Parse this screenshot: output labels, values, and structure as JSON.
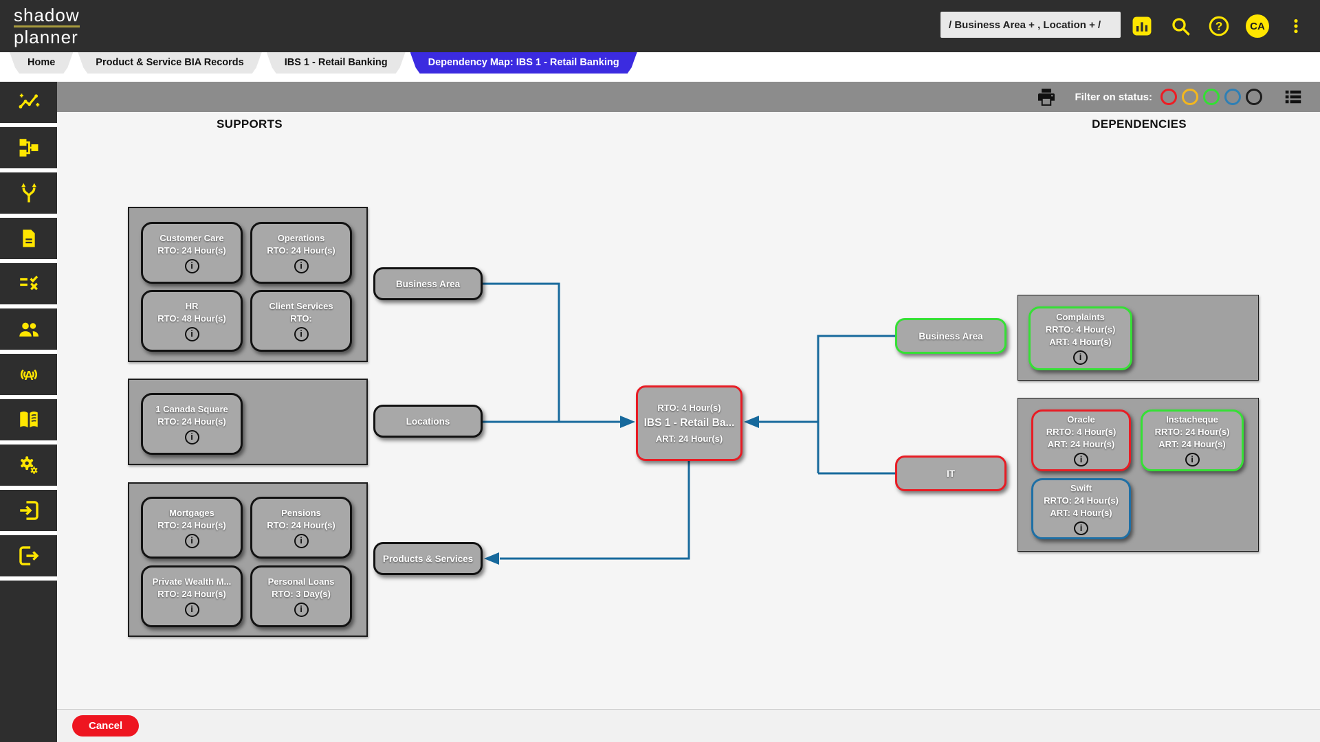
{
  "header": {
    "logo": {
      "line1": "shadow",
      "line2": "planner"
    },
    "search_value": "/ Business Area + , Location + /",
    "help_glyph": "?",
    "avatar_initials": "CA"
  },
  "breadcrumbs": {
    "items": [
      {
        "label": "Home"
      },
      {
        "label": "Product & Service BIA Records"
      },
      {
        "label": "IBS 1 - Retail Banking"
      },
      {
        "label": "Dependency Map: IBS 1 - Retail Banking"
      }
    ]
  },
  "sidebar": {
    "items": [
      {
        "icon": "insights-icon"
      },
      {
        "icon": "org-chart-icon"
      },
      {
        "icon": "branch-icon"
      },
      {
        "icon": "document-icon"
      },
      {
        "icon": "checklist-icon"
      },
      {
        "icon": "people-icon"
      },
      {
        "icon": "broadcast-icon"
      },
      {
        "icon": "book-icon"
      },
      {
        "icon": "settings-icon"
      },
      {
        "icon": "login-icon"
      },
      {
        "icon": "logout-icon"
      }
    ]
  },
  "toolbar": {
    "filter_label": "Filter on status:",
    "statuses": [
      {
        "name": "red",
        "style": "border-color:#ee1c23"
      },
      {
        "name": "amber",
        "style": "border-color:#f3b71e"
      },
      {
        "name": "green",
        "style": "border-color:#33e033"
      },
      {
        "name": "blue",
        "style": "border-color:#2e7fb5"
      },
      {
        "name": "black",
        "style": "border-color:#1d1d1d"
      }
    ]
  },
  "diagram": {
    "supports_header": "SUPPORTS",
    "dependencies_header": "DEPENDENCIES",
    "info_glyph": "i",
    "broadcast_glyph": "A",
    "left_categories": [
      {
        "label": "Business Area"
      },
      {
        "label": "Locations"
      },
      {
        "label": "Products & Services"
      }
    ],
    "right_categories": [
      {
        "label": "Business Area",
        "status": "green"
      },
      {
        "label": "IT",
        "status": "red"
      }
    ],
    "center_node": {
      "line1": "RTO: 4 Hour(s)",
      "title": "IBS 1 - Retail Ba...",
      "line3": "ART: 24 Hour(s)",
      "status": "red"
    },
    "support_groups": {
      "business_area": {
        "nodes": [
          {
            "title": "Customer Care",
            "line2": "RTO: 24 Hour(s)"
          },
          {
            "title": "Operations",
            "line2": "RTO: 24 Hour(s)"
          },
          {
            "title": "HR",
            "line2": "RTO: 48 Hour(s)"
          },
          {
            "title": "Client Services",
            "line2": "RTO:"
          }
        ]
      },
      "locations": {
        "nodes": [
          {
            "title": "1 Canada Square",
            "line2": "RTO: 24 Hour(s)"
          }
        ]
      },
      "products_services": {
        "nodes": [
          {
            "title": "Mortgages",
            "line2": "RTO: 24 Hour(s)"
          },
          {
            "title": "Pensions",
            "line2": "RTO: 24 Hour(s)"
          },
          {
            "title": "Private Wealth M...",
            "line2": "RTO: 24 Hour(s)"
          },
          {
            "title": "Personal Loans",
            "line2": "RTO: 3 Day(s)"
          }
        ]
      }
    },
    "dependency_groups": {
      "business_area": {
        "nodes": [
          {
            "title": "Complaints",
            "line2": "RRTO: 4 Hour(s)",
            "line3": "ART: 4 Hour(s)",
            "status": "green"
          }
        ]
      },
      "it": {
        "nodes": [
          {
            "title": "Oracle",
            "line2": "RRTO: 4 Hour(s)",
            "line3": "ART: 24 Hour(s)",
            "status": "red"
          },
          {
            "title": "Instacheque",
            "line2": "RRTO: 24 Hour(s)",
            "line3": "ART: 24 Hour(s)",
            "status": "green"
          },
          {
            "title": "Swift",
            "line2": "RRTO: 24 Hour(s)",
            "line3": "ART: 4 Hour(s)",
            "status": "blue"
          }
        ]
      }
    }
  },
  "footer": {
    "cancel_label": "Cancel"
  },
  "colors": {
    "accent_yellow": "#ffe600",
    "active_tab_blue": "#3b2be0",
    "connector_blue": "#17699c",
    "status_red": "#e81c24",
    "status_green": "#35e035",
    "status_blue": "#1e6fa5"
  }
}
